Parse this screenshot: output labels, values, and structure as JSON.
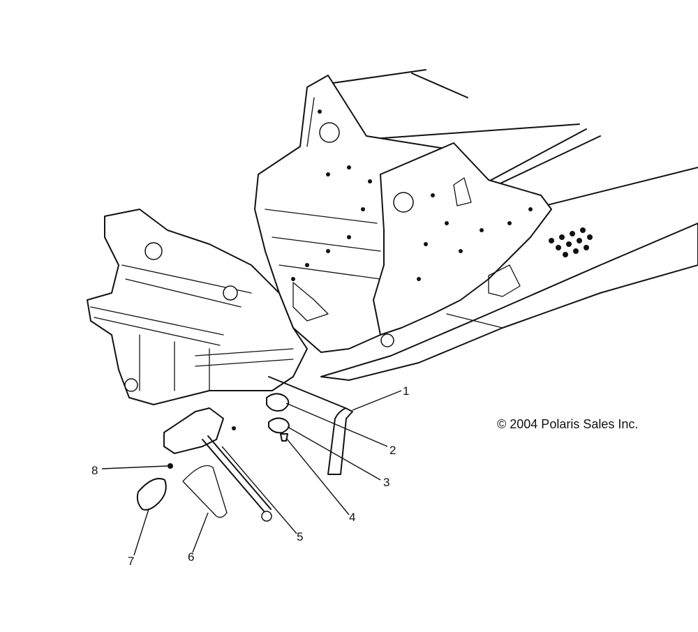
{
  "copyright": "© 2004 Polaris Sales Inc.",
  "callouts": [
    {
      "id": "1",
      "label": "1"
    },
    {
      "id": "2",
      "label": "2"
    },
    {
      "id": "3",
      "label": "3"
    },
    {
      "id": "4",
      "label": "4"
    },
    {
      "id": "5",
      "label": "5"
    },
    {
      "id": "6",
      "label": "6"
    },
    {
      "id": "7",
      "label": "7"
    },
    {
      "id": "8",
      "label": "8"
    }
  ],
  "colors": {
    "ink": "#111111",
    "paper": "#ffffff"
  }
}
